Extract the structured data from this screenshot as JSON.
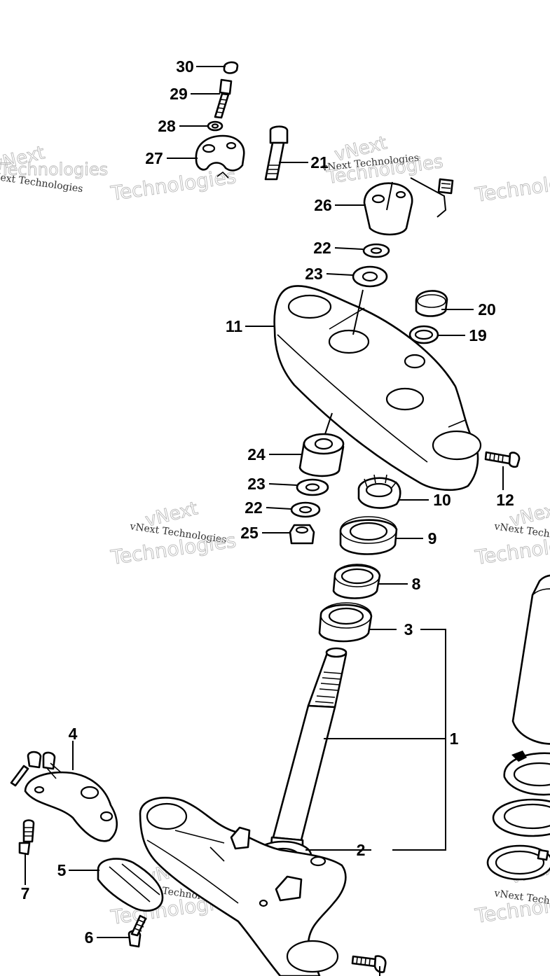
{
  "diagram": {
    "watermark": {
      "brand": "vNext",
      "word": "Technologies",
      "full": "vNext Technologies"
    },
    "callouts": {
      "c1": "1",
      "c2": "2",
      "c3": "3",
      "c4": "4",
      "c5": "5",
      "c6": "6",
      "c7": "7",
      "c8": "8",
      "c9": "9",
      "c10": "10",
      "c11": "11",
      "c12": "12",
      "c19": "19",
      "c20": "20",
      "c21": "21",
      "c22a": "22",
      "c22b": "22",
      "c23a": "23",
      "c23b": "23",
      "c24": "24",
      "c25": "25",
      "c26": "26",
      "c27": "27",
      "c28": "28",
      "c29": "29",
      "c30": "30"
    }
  }
}
